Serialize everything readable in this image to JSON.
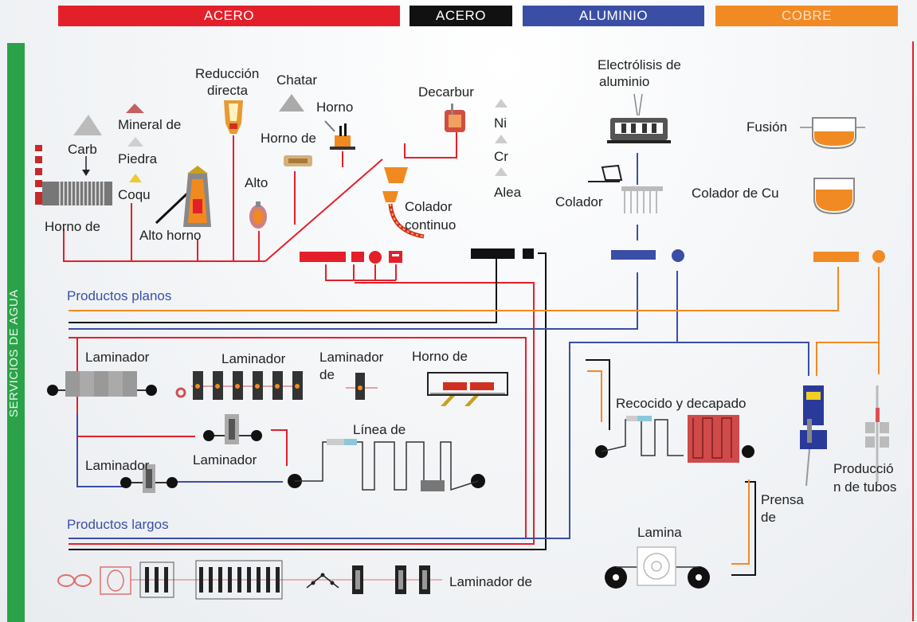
{
  "header": {
    "bands": [
      {
        "label": "ACERO",
        "color": "#e3202a"
      },
      {
        "label": "ACERO",
        "color": "#111111"
      },
      {
        "label": "ALUMINIO",
        "color": "#3b4ea6"
      },
      {
        "label": "COBRE",
        "color": "#f28a24"
      }
    ]
  },
  "sidebar": {
    "label": "SERVICIOS DE AGUA",
    "color": "#2ba24a"
  },
  "colors": {
    "steel_red": "#e3202a",
    "steel_black": "#111111",
    "aluminum_blue": "#3b4ea6",
    "copper_orange": "#f28a24"
  },
  "labels": {
    "carb": "Carb",
    "mineral": "Mineral de",
    "piedra": "Piedra",
    "coqu": "Coqu",
    "horno_de_1": "Horno de",
    "alto_horno": "Alto horno",
    "reduccion_1": "Reducción",
    "reduccion_2": "directa",
    "chatar": "Chatar",
    "horno": "Horno",
    "horno_de_2": "Horno de",
    "alto": "Alto",
    "decarbur": "Decarbur",
    "ni": "Ni",
    "cr": "Cr",
    "alea": "Alea",
    "colador_continuo_1": "Colador",
    "colador_continuo_2": "continuo",
    "electrolisis_1": "Electrólisis de",
    "electrolisis_2": "aluminio",
    "colador": "Colador",
    "fusion": "Fusión",
    "colador_cu": "Colador de Cu",
    "productos_planos": "Productos planos",
    "laminador_1": "Laminador",
    "laminador_2": "Laminador",
    "laminador_3a": "Laminador",
    "laminador_3b": "de",
    "horno_de_3": "Horno de",
    "laminador_4": "Laminador",
    "laminador_5": "Laminador",
    "linea_de": "Línea de",
    "recocido": "Recocido y decapado",
    "produccion_1": "Producció",
    "produccion_2": "n de tubos",
    "prensa_1": "Prensa",
    "prensa_2": "de",
    "productos_largos": "Productos largos",
    "lamina": "Lamina",
    "laminador_de": "Laminador de"
  }
}
